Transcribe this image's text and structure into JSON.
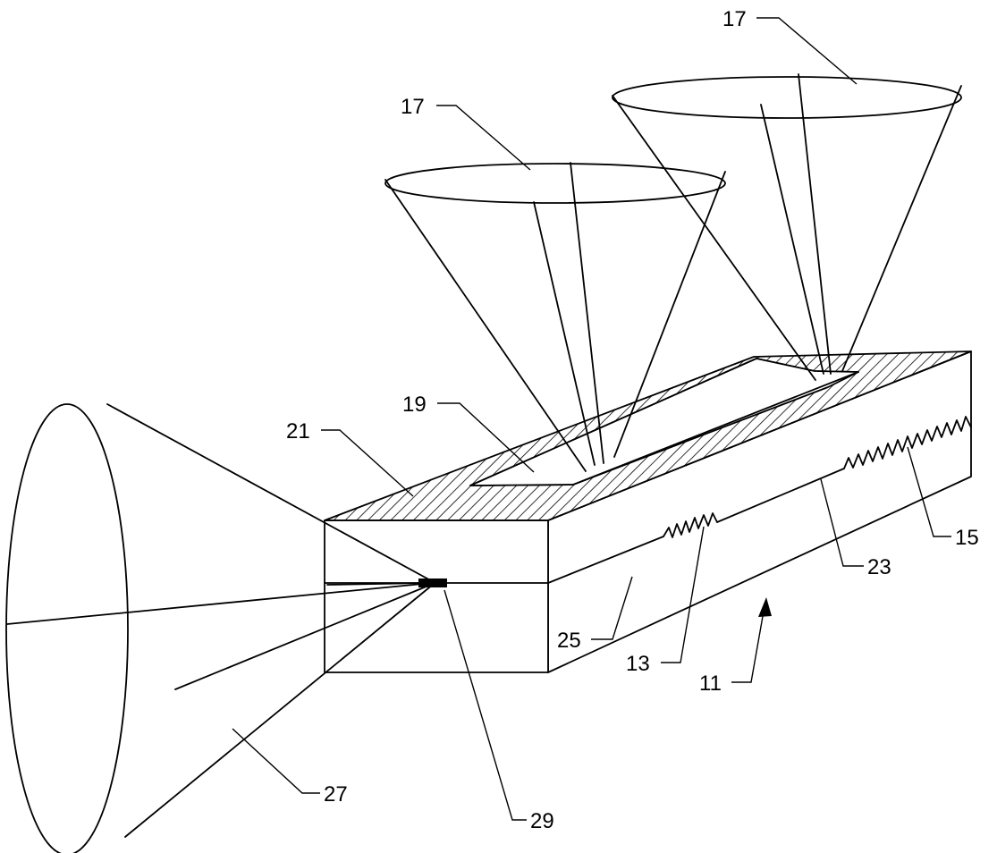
{
  "labels": {
    "n17_right": "17",
    "n17_left": "17",
    "n19": "19",
    "n21": "21",
    "n15": "15",
    "n23": "23",
    "n25": "25",
    "n13": "13",
    "n11": "11",
    "n27": "27",
    "n29": "29"
  },
  "colors": {
    "line": "#000000",
    "background": "#ffffff"
  }
}
